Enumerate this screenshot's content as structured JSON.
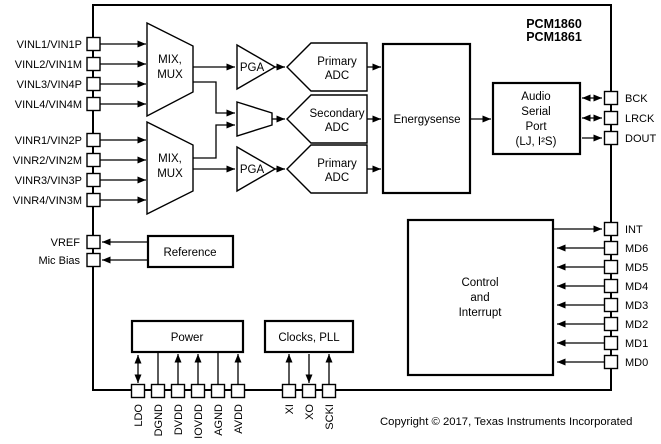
{
  "chip": {
    "title_line1": "PCM1860",
    "title_line2": "PCM1861"
  },
  "copyright": "Copyright © 2017, Texas Instruments Incorporated",
  "blocks": {
    "mux_top": {
      "line1": "MIX,",
      "line2": "MUX"
    },
    "mux_bottom": {
      "line1": "MIX,",
      "line2": "MUX"
    },
    "pga_top": {
      "label": "PGA"
    },
    "pga_bottom": {
      "label": "PGA"
    },
    "adc_primary_top": {
      "line1": "Primary",
      "line2": "ADC"
    },
    "adc_secondary": {
      "line1": "Secondary",
      "line2": "ADC"
    },
    "adc_primary_bottom": {
      "line1": "Primary",
      "line2": "ADC"
    },
    "energysense": {
      "label": "Energysense"
    },
    "audio_serial_port": {
      "line1": "Audio",
      "line2": "Serial",
      "line3": "Port",
      "line4": "(LJ, I²S)"
    },
    "control_interrupt": {
      "line1": "Control",
      "line2": "and",
      "line3": "Interrupt"
    },
    "reference": {
      "label": "Reference"
    },
    "power": {
      "label": "Power"
    },
    "clocks_pll": {
      "label": "Clocks, PLL"
    }
  },
  "pins": {
    "left_inputs": [
      "VINL1/VIN1P",
      "VINL2/VIN1M",
      "VINL3/VIN4P",
      "VINL4/VIN4M",
      "VINR1/VIN2P",
      "VINR2/VIN2M",
      "VINR3/VIN3P",
      "VINR4/VIN3M"
    ],
    "left_analog": [
      "VREF",
      "Mic Bias"
    ],
    "right_audio": [
      "BCK",
      "LRCK",
      "DOUT"
    ],
    "right_control": [
      "INT",
      "MD6",
      "MD5",
      "MD4",
      "MD3",
      "MD2",
      "MD1",
      "MD0"
    ],
    "bottom_power": [
      "LDO",
      "DGND",
      "DVDD",
      "IOVDD",
      "AGND",
      "AVDD"
    ],
    "bottom_clock": [
      "XI",
      "XO",
      "SCKI"
    ]
  },
  "colors": {
    "line": "#000000",
    "background": "#ffffff",
    "text": "#000000"
  }
}
